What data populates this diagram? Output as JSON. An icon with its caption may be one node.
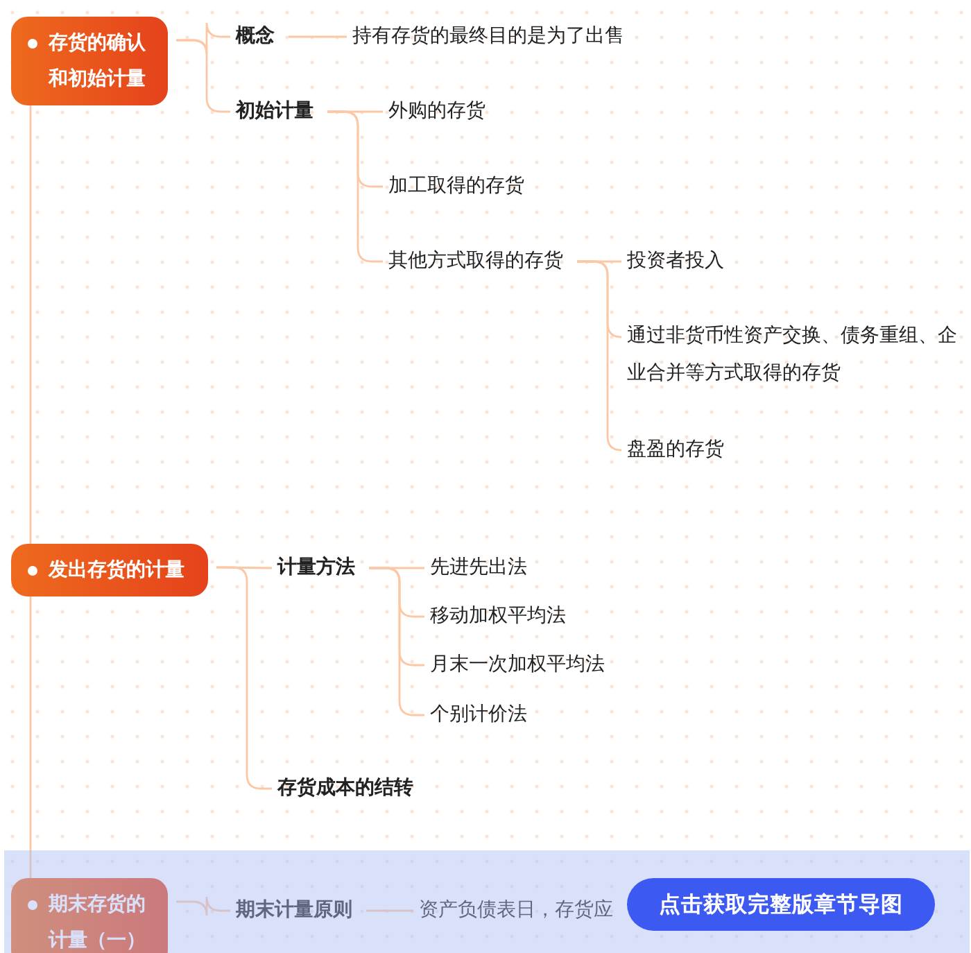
{
  "diagram": {
    "nodes": [
      {
        "text": [
          "存货的确认和初始计量"
        ]
      },
      {
        "text": [
          "概念"
        ]
      },
      {
        "text": [
          "持有存货的最终目的是为了出售"
        ]
      },
      {
        "text": [
          "初始计量"
        ]
      },
      {
        "text": [
          "外购的存货"
        ]
      },
      {
        "text": [
          "加工取得的存货"
        ]
      },
      {
        "text": [
          "其他方式取得的存货"
        ]
      },
      {
        "text": [
          "投资者投入"
        ]
      },
      {
        "text": [
          "通过非货币性资产交换、债务重组、企业合并等方式取得的存货"
        ]
      },
      {
        "text": [
          "盘盈的存货"
        ]
      },
      {
        "text": [
          "发出存货的计量"
        ]
      },
      {
        "text": [
          "计量方法"
        ]
      },
      {
        "text": [
          "先进先出法"
        ]
      },
      {
        "text": [
          "移动加权平均法"
        ]
      },
      {
        "text": [
          "月末一次加权平均法"
        ]
      },
      {
        "text": [
          "个别计价法"
        ]
      },
      {
        "text": [
          "存货成本的结转"
        ]
      },
      {
        "text": [
          "期末存货的计量（一）"
        ]
      },
      {
        "text": [
          "期末计量原则"
        ]
      },
      {
        "text": [
          "资产负债表日，存货应"
        ]
      }
    ],
    "edges": [
      {
        "from": 0,
        "to": 1,
        "arrow": "none"
      },
      {
        "from": 1,
        "to": 2,
        "arrow": "none"
      },
      {
        "from": 0,
        "to": 3,
        "arrow": "none"
      },
      {
        "from": 3,
        "to": 4,
        "arrow": "none"
      },
      {
        "from": 3,
        "to": 5,
        "arrow": "none"
      },
      {
        "from": 3,
        "to": 6,
        "arrow": "none"
      },
      {
        "from": 6,
        "to": 7,
        "arrow": "none"
      },
      {
        "from": 6,
        "to": 8,
        "arrow": "none"
      },
      {
        "from": 6,
        "to": 9,
        "arrow": "none"
      },
      {
        "from": 0,
        "to": 10,
        "arrow": "none"
      },
      {
        "from": 10,
        "to": 11,
        "arrow": "none"
      },
      {
        "from": 11,
        "to": 12,
        "arrow": "none"
      },
      {
        "from": 11,
        "to": 13,
        "arrow": "none"
      },
      {
        "from": 11,
        "to": 14,
        "arrow": "none"
      },
      {
        "from": 11,
        "to": 15,
        "arrow": "none"
      },
      {
        "from": 10,
        "to": 16,
        "arrow": "none"
      },
      {
        "from": 10,
        "to": 17,
        "arrow": "none"
      },
      {
        "from": 17,
        "to": 18,
        "arrow": "none"
      },
      {
        "from": 18,
        "to": 19,
        "arrow": "none"
      }
    ],
    "labels": [
      "点击获取完整版章节导图"
    ]
  }
}
